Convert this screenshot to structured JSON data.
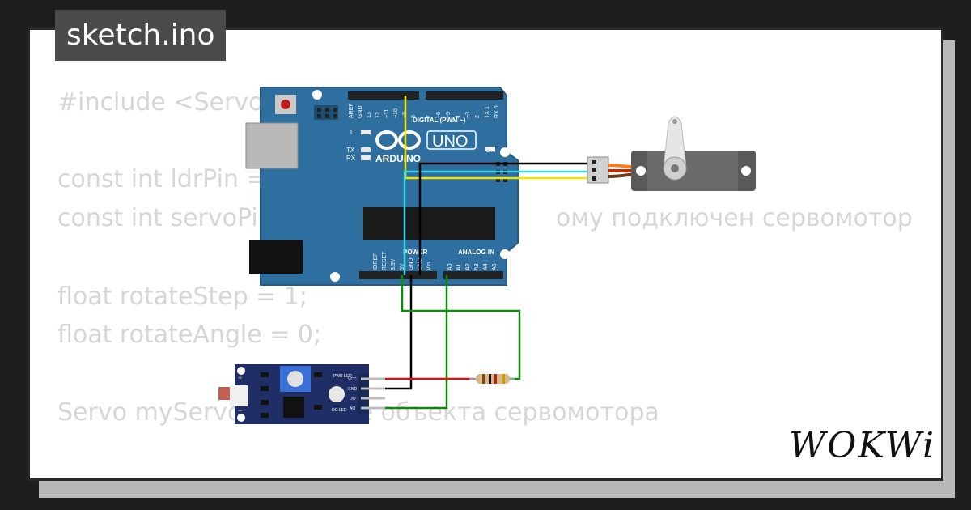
{
  "title": "sketch.ino",
  "code_lines": [
    "#include <Servo.",
    "const int ldrPin =",
    "const int servoPi",
    "ому подключен сервомотор",
    "float rotateStep = 1;",
    "float rotateAngle = 0;",
    "Servo myServo",
    "ие объекта сервомотора"
  ],
  "logo": "WOKWi",
  "arduino": {
    "brand": "ARDUINO",
    "model": "UNO",
    "digital_label": "DIGITAL (PWM ~)",
    "power_label": "POWER",
    "analog_label": "ANALOG IN",
    "on_label": "ON",
    "l_label": "L",
    "tx_label": "TX",
    "rx_label": "RX",
    "top_pins": [
      "AREF",
      "GND",
      "13",
      "12",
      "~11",
      "~10",
      "~9",
      "8",
      "7",
      "~6",
      "~5",
      "4",
      "~3",
      "2",
      "TX 1",
      "RX 0"
    ],
    "bottom_pins": [
      "IOREF",
      "RESET",
      "3.3V",
      "5V",
      "GND",
      "GND",
      "Vin",
      "A0",
      "A1",
      "A2",
      "A3",
      "A4",
      "A5"
    ]
  },
  "sensor_module": {
    "pins": [
      "VCC",
      "GND",
      "DO",
      "AO"
    ],
    "pwr_led": "PWR LED",
    "do_led": "DO LED"
  },
  "colors": {
    "board": "#2e6fa0",
    "wire_signal_yellow": "#f2e300",
    "wire_cyan": "#38d4e8",
    "wire_black": "#000000",
    "wire_green": "#0a8a0a",
    "wire_red": "#dd1010",
    "servo_orange": "#ff7a1a"
  }
}
